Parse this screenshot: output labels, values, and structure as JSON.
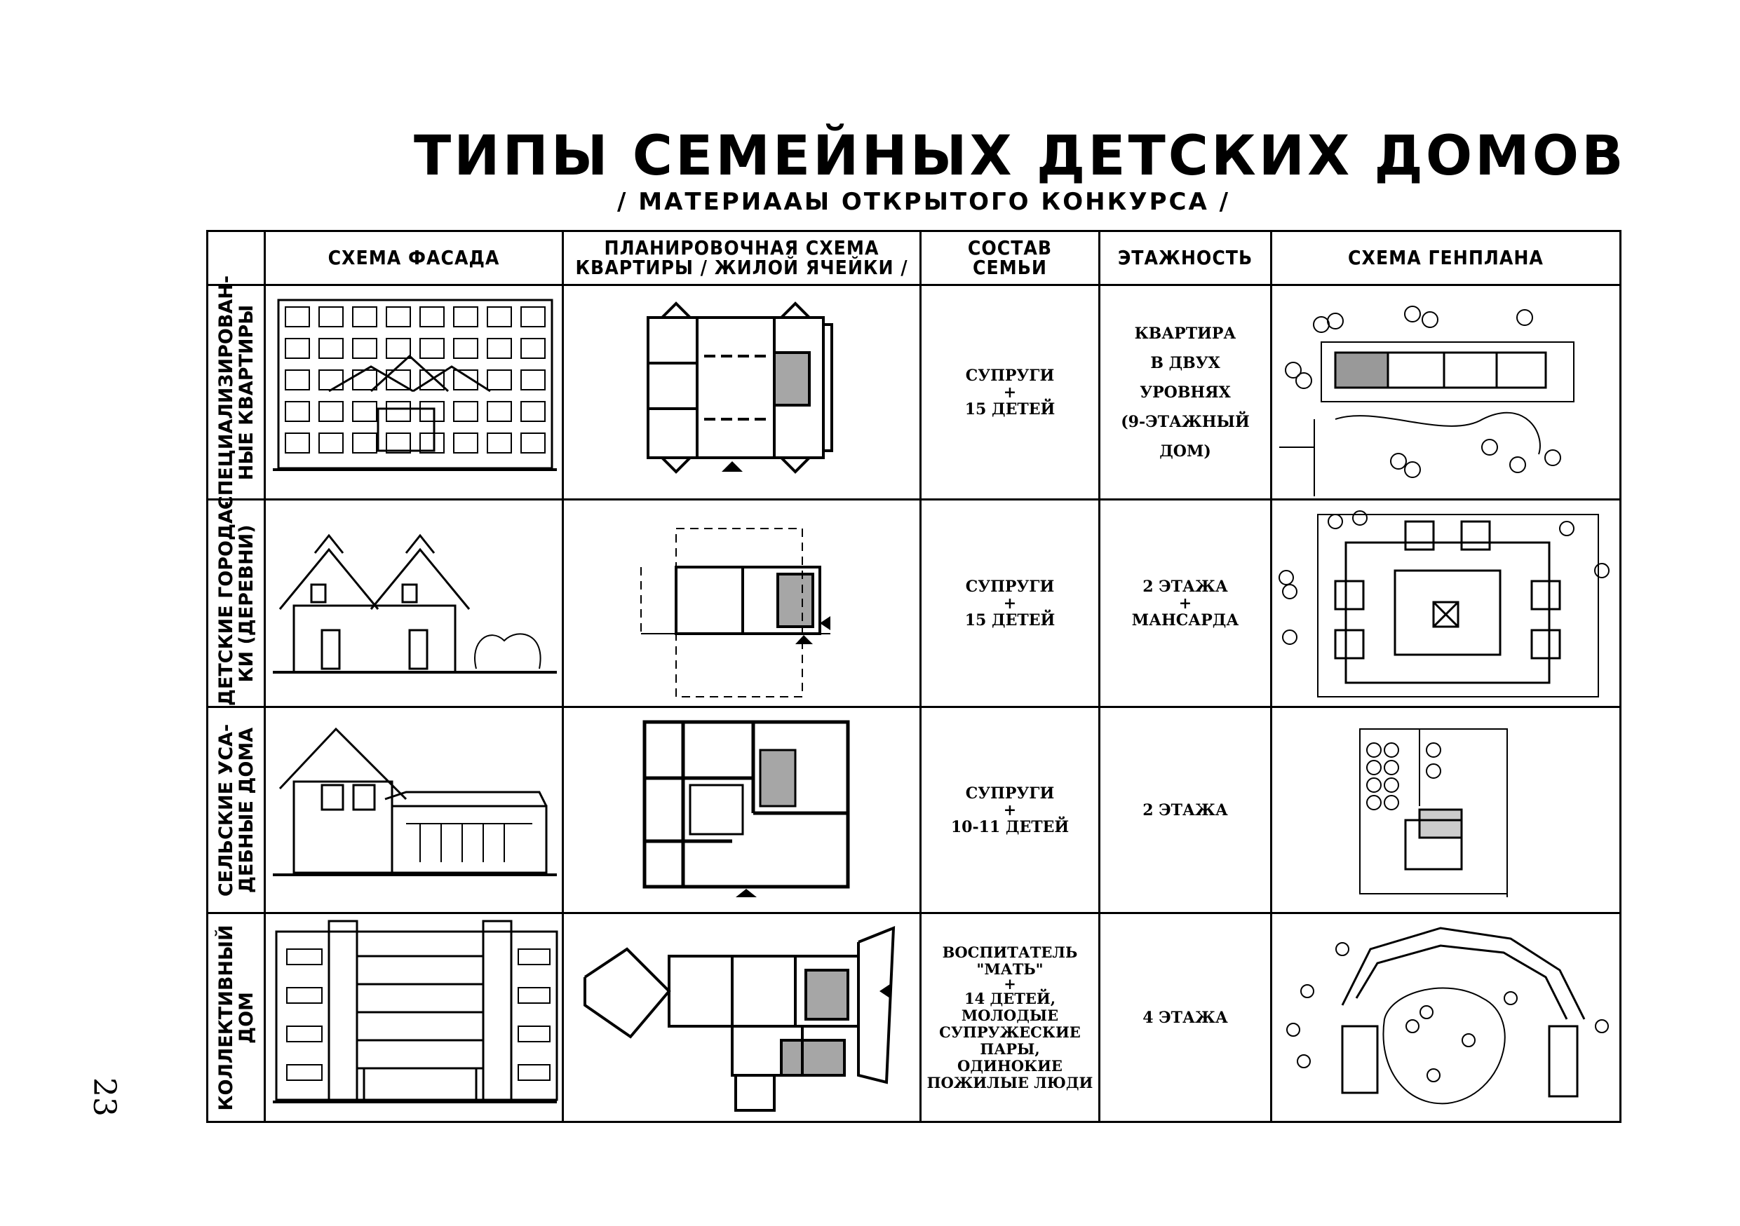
{
  "title": "ТИПЫ СЕМЕЙНЫХ   ДЕТСКИХ ДОМОВ",
  "subtitle": "/ МАТЕРИААЫ  ОТКРЫТОГО  КОНКУРСА /",
  "page_number": "23",
  "headers": {
    "facade": "СХЕМА  ФАСАДА",
    "plan_line1": "ПЛАНИРОВОЧНАЯ СХЕМА",
    "plan_line2": "КВАРТИРЫ / ЖИЛОЙ ЯЧЕЙКИ /",
    "family_line1": "СОСТАВ",
    "family_line2": "СЕМЬИ",
    "floors": "ЭТАЖНОСТЬ",
    "site": "СХЕМА  ГЕНПЛАНА"
  },
  "rows": [
    {
      "label_line1": "СПЕЦИАЛИЗИРОВАН-",
      "label_line2": "НЫЕ КВАРТИРЫ",
      "family": [
        "СУПРУГИ",
        "+",
        "15 ДЕТЕЙ"
      ],
      "floors": [
        "КВАРТИРА",
        "В ДВУХ",
        "УРОВНЯХ",
        "(9-ЭТАЖНЫЙ",
        "ДОМ)"
      ]
    },
    {
      "label_line1": "ДЕТСКИЕ ГОРОДА-",
      "label_line2": "КИ (ДЕРЕВНИ)",
      "family": [
        "СУПРУГИ",
        "+",
        "15  ДЕТЕЙ"
      ],
      "floors": [
        "2 ЭТАЖА",
        "+",
        "МАНСАРДА"
      ]
    },
    {
      "label_line1": "СЕЛЬСКИЕ УСА-",
      "label_line2": "ДЕБНЫЕ ДОМА",
      "family": [
        "СУПРУГИ",
        "+",
        "10-11  ДЕТЕЙ"
      ],
      "floors": [
        "2 ЭТАЖА"
      ]
    },
    {
      "label_line1": "КОЛЛЕКТИВНЫЙ",
      "label_line2": "ДОМ",
      "family": [
        "ВОСПИТАТЕЛЬ",
        "\"МАТЬ\"",
        "+",
        "14  ДЕТЕЙ,",
        "МОЛОДЫЕ",
        "СУПРУЖЕСКИЕ",
        "ПАРЫ,",
        "ОДИНОКИЕ",
        "ПОЖИЛЫЕ ЛЮДИ"
      ],
      "floors": [
        "4 ЭТАЖА"
      ]
    }
  ]
}
